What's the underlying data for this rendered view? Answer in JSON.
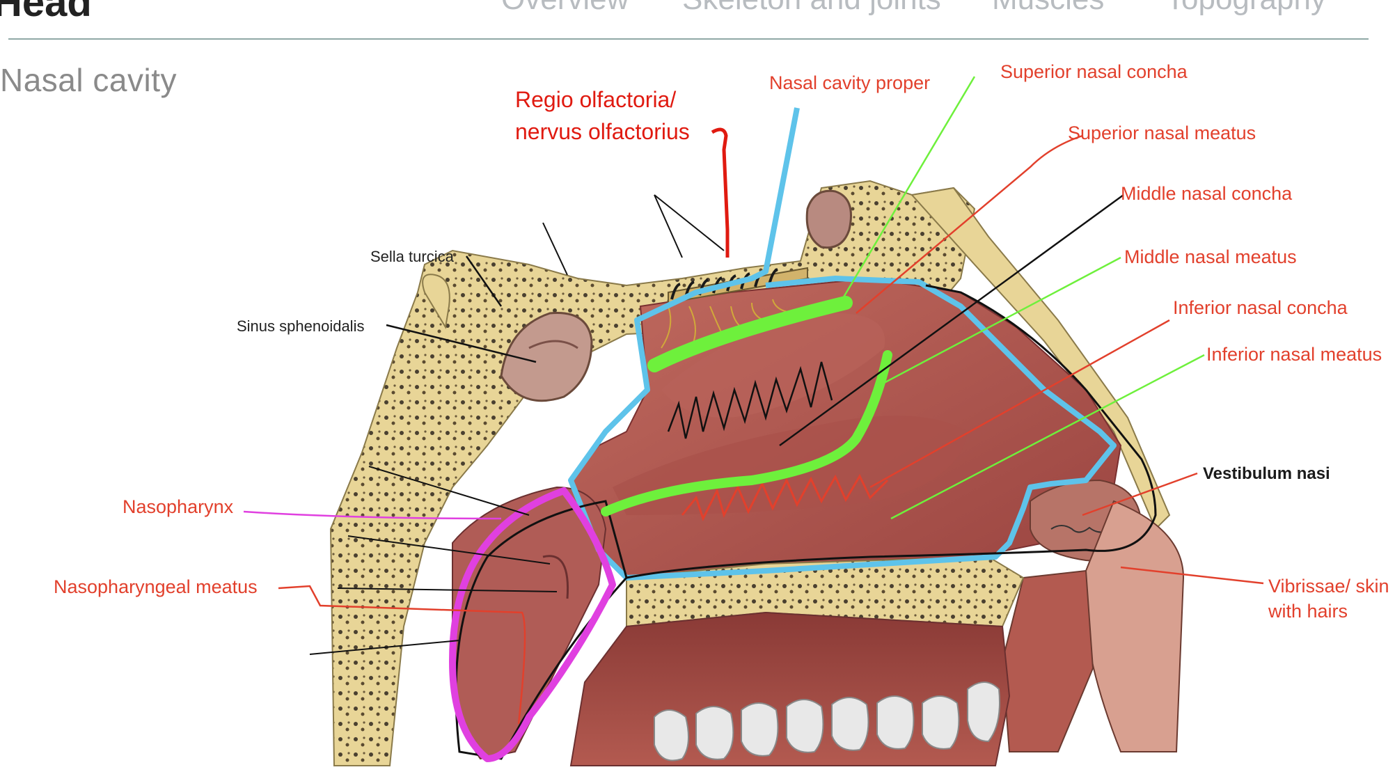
{
  "header": {
    "app_title": "Head",
    "tabs": [
      "Overview",
      "Skeleton and joints",
      "Muscles",
      "Topography"
    ]
  },
  "page_title": "Nasal cavity",
  "labels": {
    "regio_olfactoria_line1": "Regio olfactoria/",
    "regio_olfactoria_line2": "nervus olfactorius",
    "nasal_cavity_proper": "Nasal cavity proper",
    "superior_nasal_concha": "Superior nasal concha",
    "superior_nasal_meatus": "Superior nasal meatus",
    "middle_nasal_concha": "Middle nasal concha",
    "middle_nasal_meatus": "Middle nasal meatus",
    "inferior_nasal_concha": "Inferior nasal concha",
    "inferior_nasal_meatus": "Inferior nasal meatus",
    "vestibulum_nasi": "Vestibulum nasi",
    "vibrissae_line1": "Vibrissae/ skin",
    "vibrissae_line2": "with hairs",
    "nasopharynx": "Nasopharynx",
    "nasopharyngeal_meatus": "Nasopharyngeal meatus",
    "sella_turcica": "Sella turcica",
    "sinus_sphenoidalis": "Sinus sphenoidalis"
  },
  "colors": {
    "annotation_red": "#e2402c",
    "nasal_cavity_outline": "#5ec3ea",
    "meatus_green": "#6ef03c",
    "nasopharynx_magenta": "#e040e0",
    "olfactory_red": "#e01a10"
  }
}
